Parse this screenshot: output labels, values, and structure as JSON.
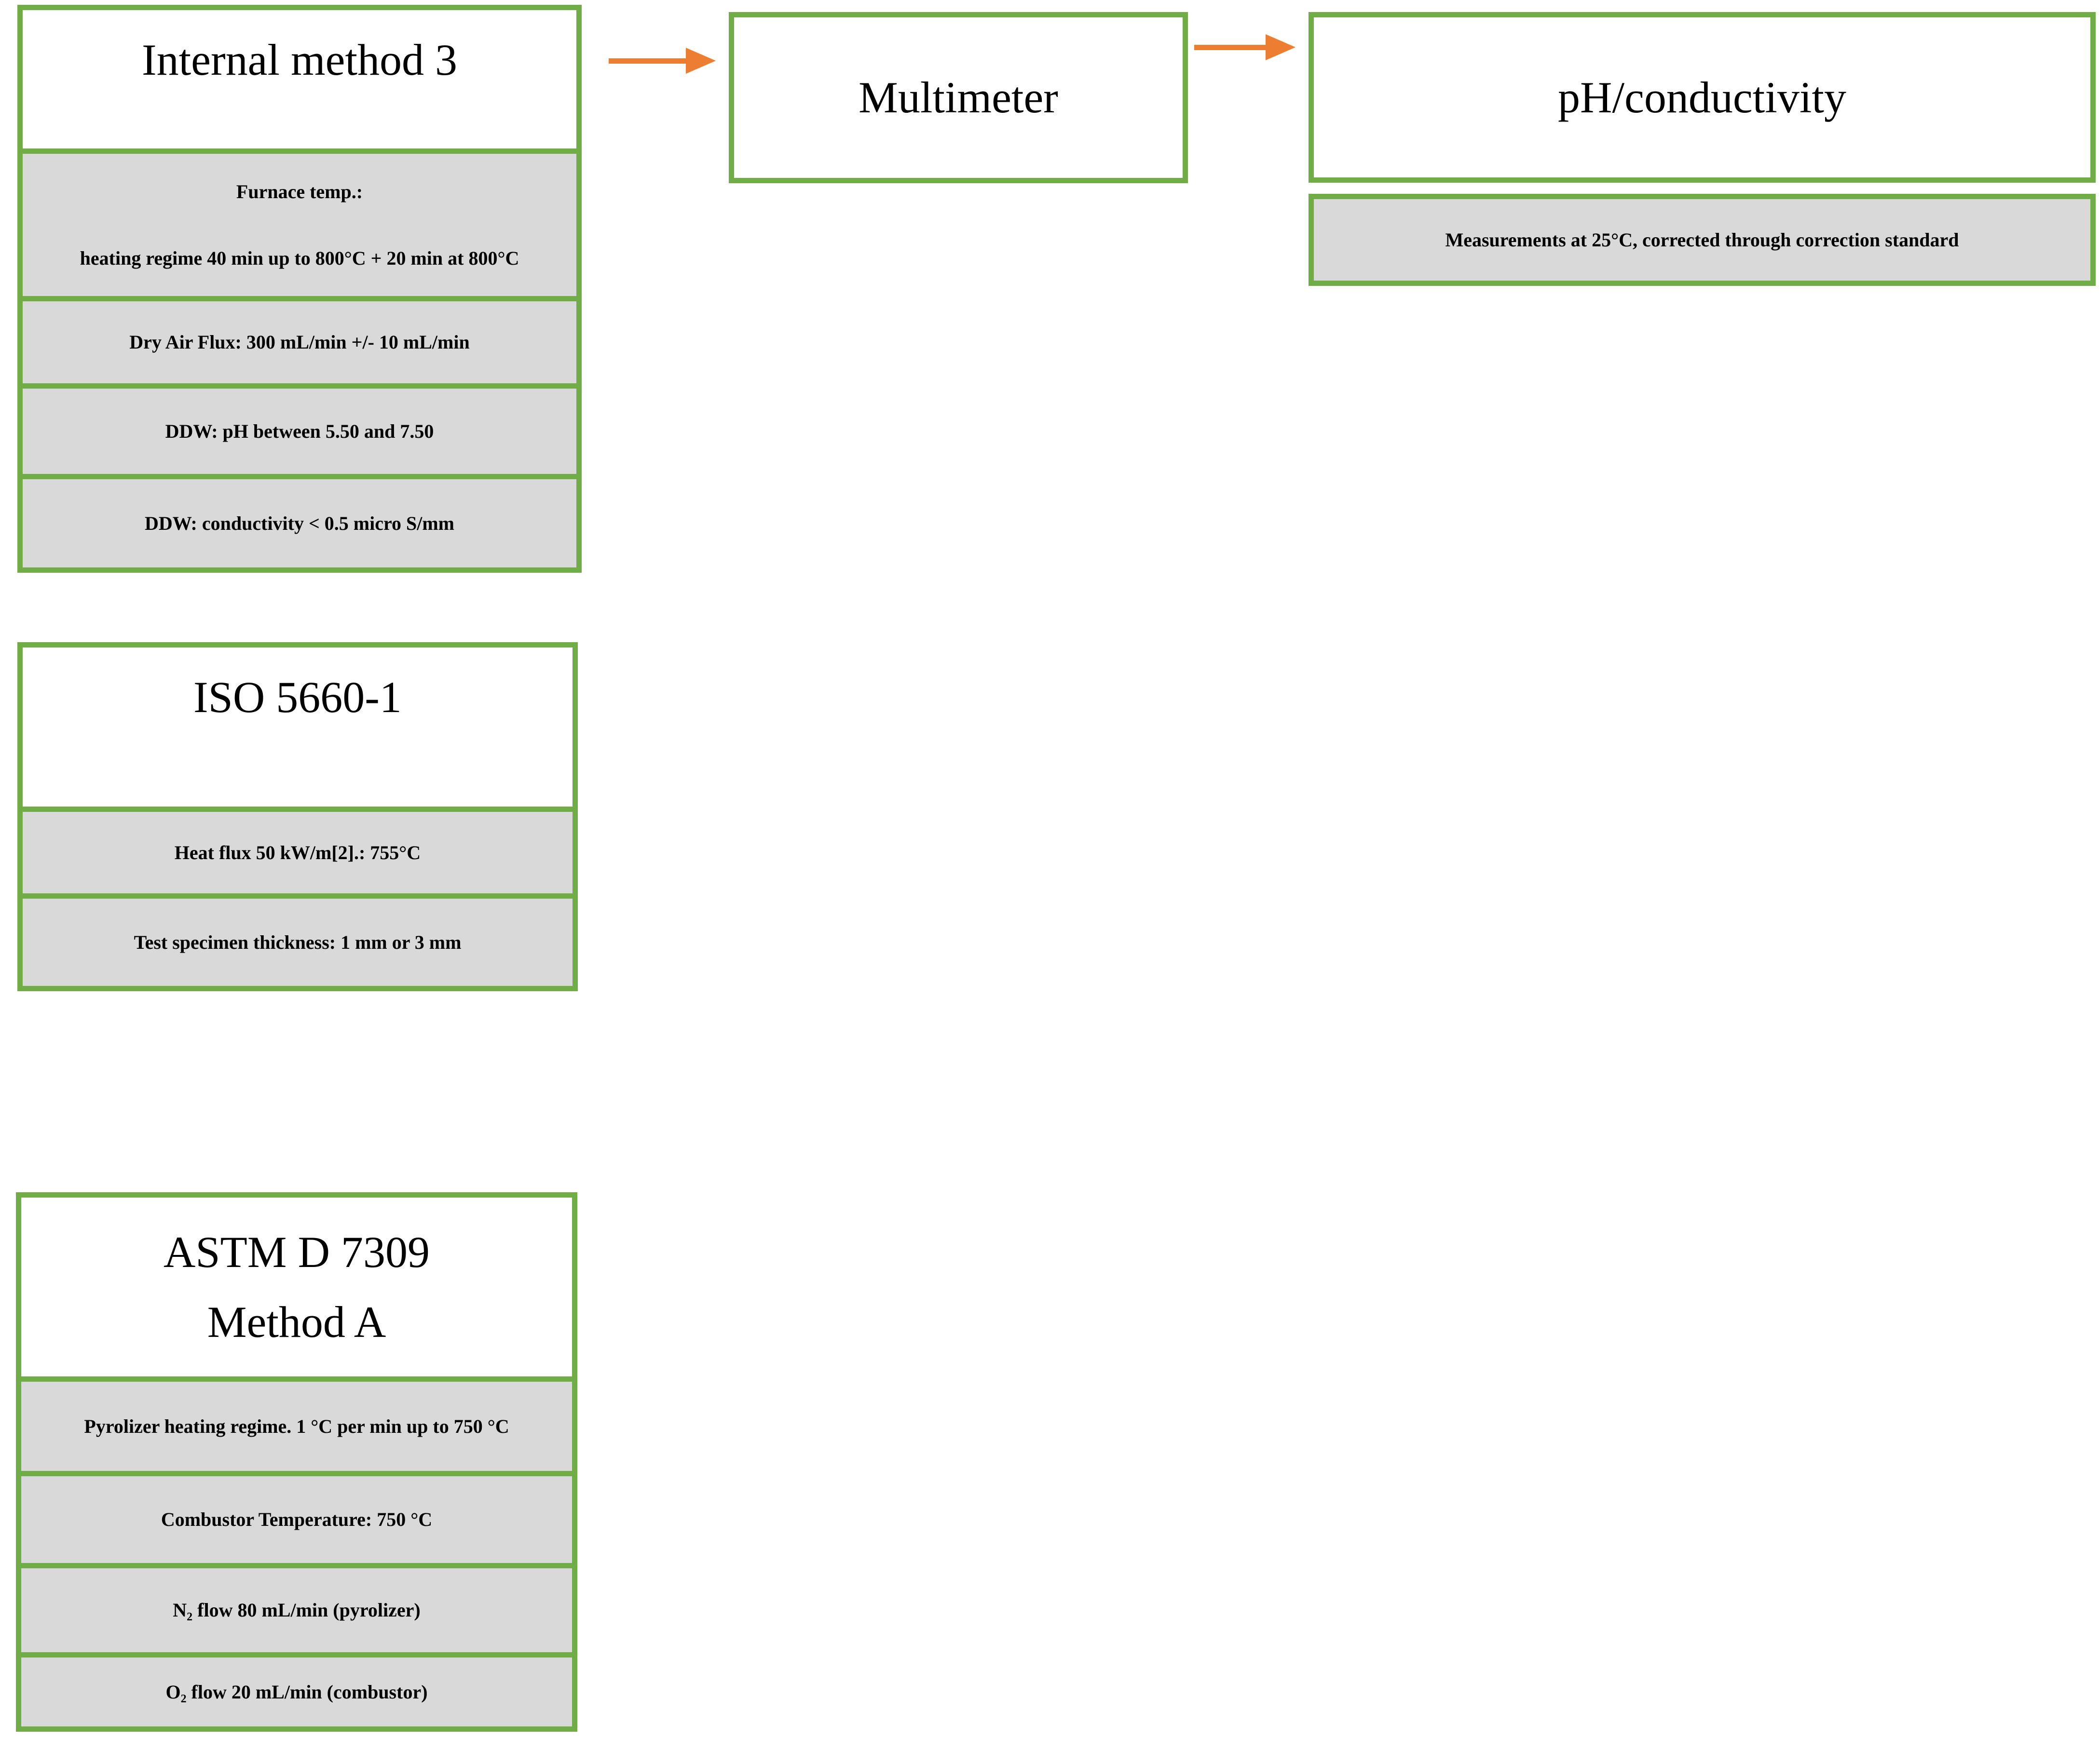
{
  "colors": {
    "border_green": "#70AD47",
    "arrow_orange": "#ED7D31",
    "row_gray": "#D9D9D9",
    "text_black": "#000000",
    "background": "#FFFFFF"
  },
  "internal_method": {
    "title": "Internal method 3",
    "furnace_line1": "Furnace temp.:",
    "furnace_line2": "heating regime 40 min up to 800°C + 20 min at 800°C",
    "dry_air": "Dry Air Flux: 300 mL/min +/- 10 mL/min",
    "ddw_ph": "DDW: pH between 5.50 and 7.50",
    "ddw_conductivity": "DDW: conductivity < 0.5 micro S/mm"
  },
  "multimeter": {
    "title": "Multimeter"
  },
  "ph_conductivity": {
    "title": "pH/conductivity",
    "measurements": "Measurements at 25°C, corrected through correction standard"
  },
  "iso_5660_1": {
    "title": "ISO 5660-1",
    "heat_flux": "Heat flux 50 kW/m[2].: 755°C",
    "specimen": "Test specimen thickness: 1 mm or 3 mm"
  },
  "astm_d7309": {
    "title_line1": "ASTM D 7309",
    "title_line2": "Method A",
    "pyrolizer": "Pyrolizer heating regime. 1 °C per min up to 750 °C",
    "combustor": "Combustor Temperature: 750 °C",
    "n2_flow": "N₂ flow 80 mL/min (pyrolizer)",
    "o2_flow": "O₂ flow 20 mL/min (combustor)"
  }
}
